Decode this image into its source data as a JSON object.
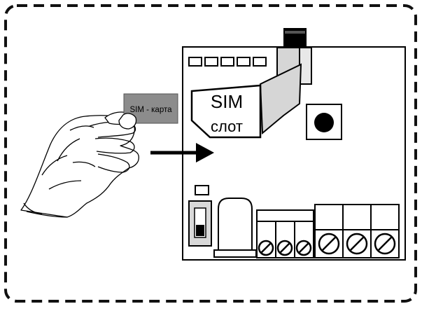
{
  "sim_card": {
    "label": "SIM - карта",
    "fill_color": "#8c8c8c"
  },
  "sim_slot": {
    "line1": "SIM",
    "line2": "слот"
  },
  "colors": {
    "frame": "#111111",
    "ink": "#000000",
    "board": "#ffffff",
    "connector": "#d0d0d0",
    "relay": "#d6d6d6",
    "button_dot": "#000000"
  },
  "icons": {
    "hand": "hand-icon",
    "arrow": "arrow-right-icon",
    "screws": "screw-icon"
  }
}
